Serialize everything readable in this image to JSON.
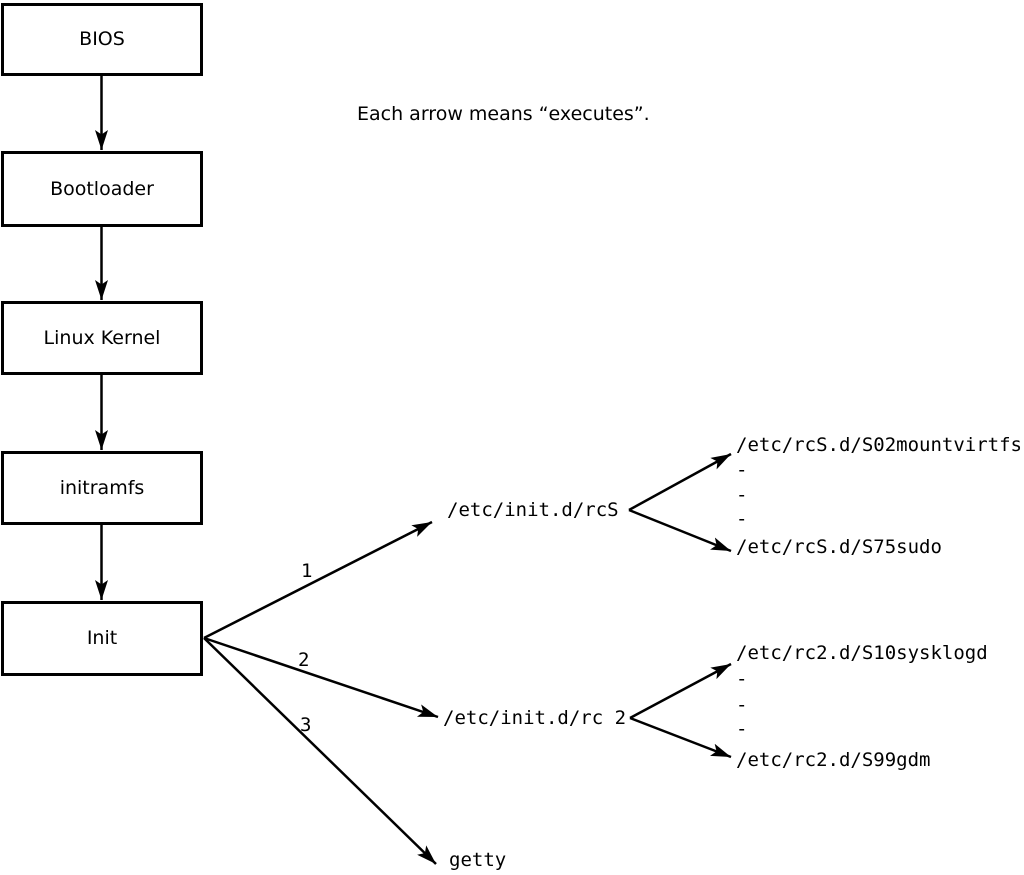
{
  "diagram": {
    "note": "Each arrow means “executes”.",
    "chain": [
      {
        "label": "BIOS"
      },
      {
        "label": "Bootloader"
      },
      {
        "label": "Linux Kernel"
      },
      {
        "label": "initramfs"
      },
      {
        "label": "Init"
      }
    ],
    "branches": [
      {
        "label": "1",
        "target": "/etc/init.d/rcS",
        "child_top": "/etc/rcS.d/S02mountvirtfs",
        "dashes": [
          "-",
          "-",
          "-"
        ],
        "child_bottom": "/etc/rcS.d/S75sudo"
      },
      {
        "label": "2",
        "target": "/etc/init.d/rc 2",
        "child_top": "/etc/rc2.d/S10sysklogd",
        "dashes": [
          "-",
          "-",
          "-"
        ],
        "child_bottom": "/etc/rc2.d/S99gdm"
      },
      {
        "label": "3",
        "target": "getty"
      }
    ],
    "colors": {
      "line": "#000000",
      "background": "#ffffff"
    }
  }
}
